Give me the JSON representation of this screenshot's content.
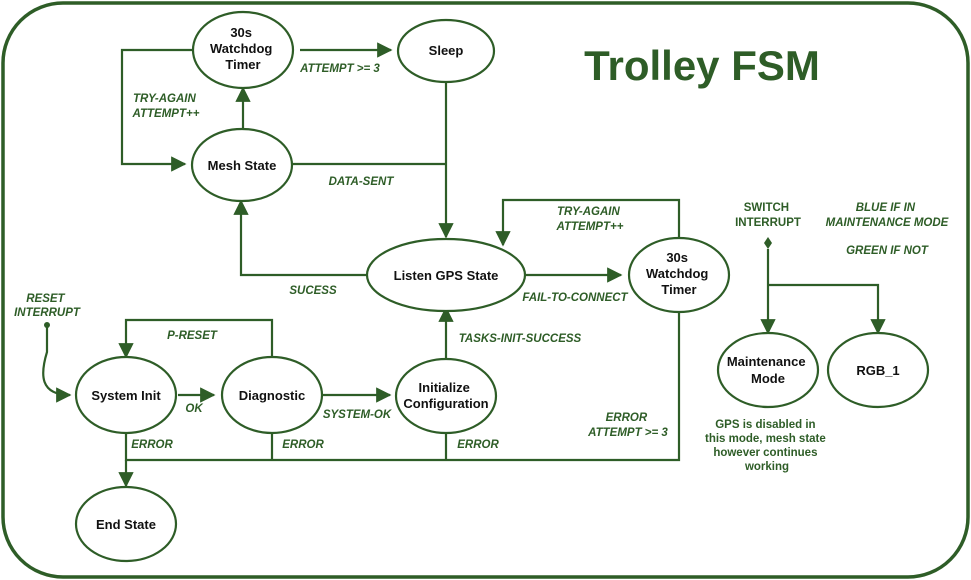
{
  "title": "Trolley FSM",
  "colors": {
    "accent": "#2e5d27",
    "text": "#111111",
    "background": "#ffffff"
  },
  "states": {
    "watchdog_top": [
      "30s",
      "Watchdog",
      "Timer"
    ],
    "sleep": [
      "Sleep"
    ],
    "mesh": [
      "Mesh State"
    ],
    "listen_gps": [
      "Listen GPS State"
    ],
    "watchdog_right": [
      "30s",
      "Watchdog",
      "Timer"
    ],
    "system_init": [
      "System Init"
    ],
    "diagnostic": [
      "Diagnostic"
    ],
    "init_config": [
      "Initialize",
      "Configuration"
    ],
    "end_state": [
      "End State"
    ],
    "maintenance": [
      "Maintenance",
      "Mode"
    ],
    "rgb": [
      "RGB_1"
    ]
  },
  "transitions": {
    "attempt_ge_3": "ATTEMPT >= 3",
    "try_again_top": [
      "TRY-AGAIN",
      "ATTEMPT++"
    ],
    "data_sent": "DATA-SENT",
    "try_again_right": [
      "TRY-AGAIN",
      "ATTEMPT++"
    ],
    "sucess": "SUCESS",
    "fail_to_connect": "FAIL-TO-CONNECT",
    "tasks_init_success": "TASKS-INIT-SUCCESS",
    "p_reset": "P-RESET",
    "ok": "OK",
    "system_ok": "SYSTEM-OK",
    "error_1": "ERROR",
    "error_2": "ERROR",
    "error_3": "ERROR",
    "error_attempt": [
      "ERROR",
      "ATTEMPT >= 3"
    ]
  },
  "inputs": {
    "reset_interrupt": [
      "RESET",
      "INTERRUPT"
    ],
    "switch_interrupt": [
      "SWITCH",
      "INTERRUPT"
    ]
  },
  "notes": {
    "blue_if": [
      "BLUE IF IN",
      "MAINTENANCE MODE"
    ],
    "green_if_not": "GREEN IF NOT",
    "gps_disabled": [
      "GPS is disabled in",
      "this mode, mesh state",
      "however continues",
      "working"
    ]
  }
}
